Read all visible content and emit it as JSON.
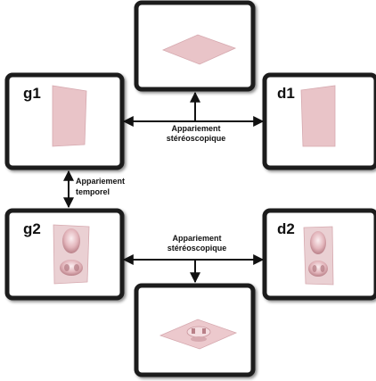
{
  "frames": {
    "g1": {
      "label": "g1"
    },
    "d1": {
      "label": "d1"
    },
    "g2": {
      "label": "g2"
    },
    "d2": {
      "label": "d2"
    }
  },
  "connectors": {
    "top_stereo": {
      "line1": "Appariement",
      "line2": "stéréoscopique"
    },
    "temporal": {
      "line1": "Appariement",
      "line2": "temporel"
    },
    "bottom_stereo": {
      "line1": "Appariement",
      "line2": "stéréoscopique"
    }
  },
  "colors": {
    "frame_border": "#1a1a1a",
    "surface_fill": "#e9c4c8",
    "surface_shade": "#cfa1a7",
    "arrow": "#111111"
  }
}
